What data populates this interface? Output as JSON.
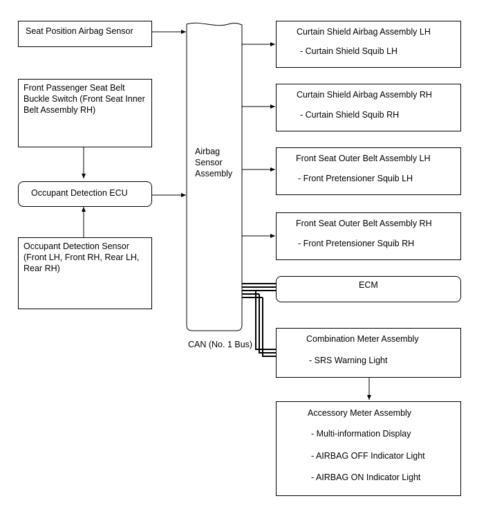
{
  "inputs": {
    "seat_position_sensor": "Seat Position Airbag Sensor",
    "buckle_switch": "Front Passenger Seat Belt Buckle Switch (Front Seat Inner Belt Assembly RH)",
    "occupant_ecu": "Occupant Detection ECU",
    "occupant_sensor": "Occupant Detection Sensor (Front LH, Front RH, Rear LH, Rear RH)"
  },
  "center": {
    "airbag_sensor_line1": "Airbag",
    "airbag_sensor_line2": "Sensor",
    "airbag_sensor_line3": "Assembly",
    "can_label": "CAN (No. 1 Bus)"
  },
  "outputs": {
    "curtain_lh_title": "Curtain Shield Airbag Assembly LH",
    "curtain_lh_sub": "- Curtain Shield Squib LH",
    "curtain_rh_title": "Curtain Shield Airbag Assembly RH",
    "curtain_rh_sub": "- Curtain Shield Squib RH",
    "belt_lh_title": "Front Seat Outer Belt Assembly LH",
    "belt_lh_sub": "- Front Pretensioner Squib LH",
    "belt_rh_title": "Front Seat Outer Belt Assembly RH",
    "belt_rh_sub": "- Front Pretensioner Squib RH",
    "ecm": "ECM",
    "combo_title": "Combination Meter Assembly",
    "combo_sub": "- SRS Warning Light",
    "accessory_title": "Accessory Meter Assembly",
    "accessory_item1": "- Multi-information Display",
    "accessory_item2": "- AIRBAG OFF Indicator Light",
    "accessory_item3": "- AIRBAG ON Indicator Light"
  }
}
